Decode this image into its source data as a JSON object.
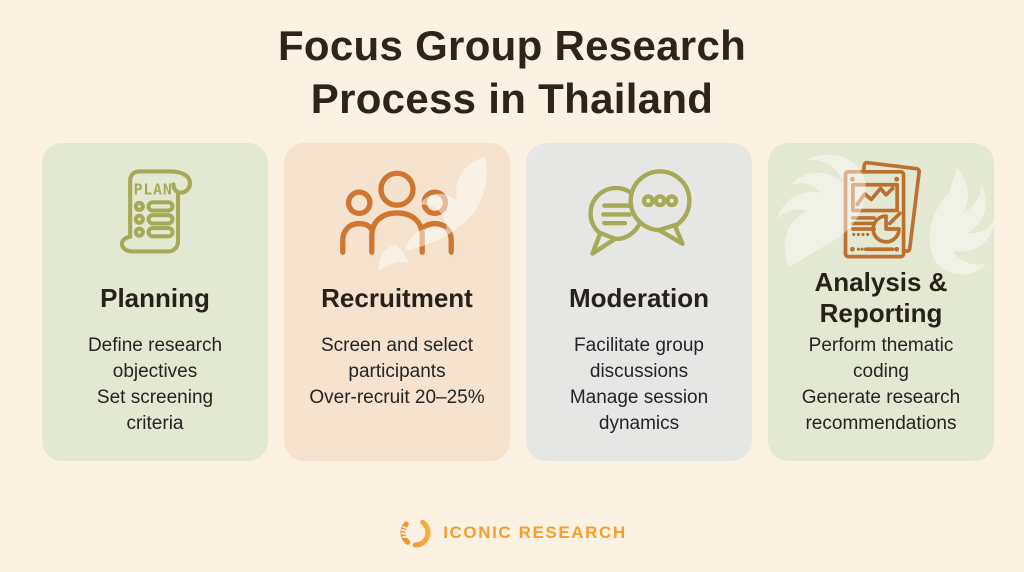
{
  "page": {
    "title": "Focus Group Research\nProcess in Thailand",
    "background_color": "#fbf2e3",
    "title_color": "#2f2418"
  },
  "cards": [
    {
      "title": "Planning",
      "body": "Define research\nobjectives\nSet screening\ncriteria",
      "icon": "plan-scroll-icon",
      "icon_label": "PLAN",
      "background_color": "#e3e8d3",
      "icon_color": "#a6aa58"
    },
    {
      "title": "Recruitment",
      "body": "Screen and select\nparticipants\nOver-recruit 20–25%",
      "icon": "participants-icon",
      "background_color": "#f5e2cf",
      "icon_color": "#cf7631"
    },
    {
      "title": "Moderation",
      "body": "Facilitate group\ndiscussions\nManage session\ndynamics",
      "icon": "speech-bubbles-icon",
      "background_color": "#e6e6e4",
      "icon_color": "#a6aa58"
    },
    {
      "title": "Analysis &\nReporting",
      "body": "Perform thematic\ncoding\nGenerate research\nrecommendations",
      "icon": "report-chart-icon",
      "background_color": "#e3e8d3",
      "icon_color": "#bc712f"
    }
  ],
  "footer": {
    "brand": "ICONIC RESEARCH",
    "brand_color": "#f79d2b"
  }
}
